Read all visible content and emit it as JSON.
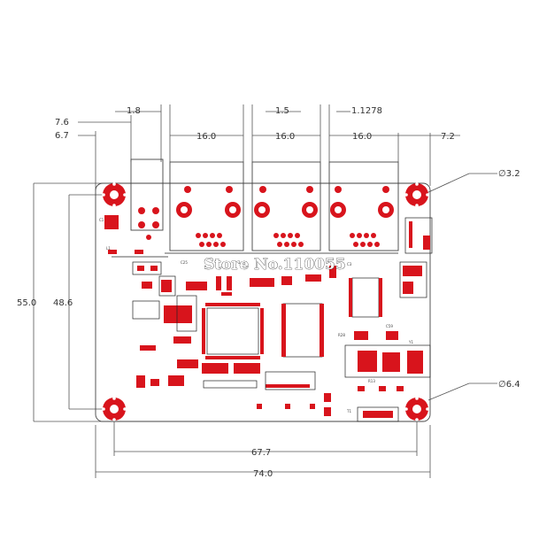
{
  "dimensions": {
    "left_offset_a": "7.6",
    "left_offset_b": "6.7",
    "gap_small": "1.8",
    "gap_mid": "1.5",
    "gap_right": "1.1278",
    "rj45_width_1": "16.0",
    "rj45_width_2": "16.0",
    "rj45_width_3": "16.0",
    "right_offset": "7.2",
    "hole_small": "∅3.2",
    "hole_large": "∅6.4",
    "height_total": "55.0",
    "height_inner": "48.6",
    "width_inner": "67.7",
    "width_total": "74.0"
  },
  "watermark": "Store No.110055",
  "colors": {
    "pad": "#d8141c",
    "outline": "#444444"
  }
}
